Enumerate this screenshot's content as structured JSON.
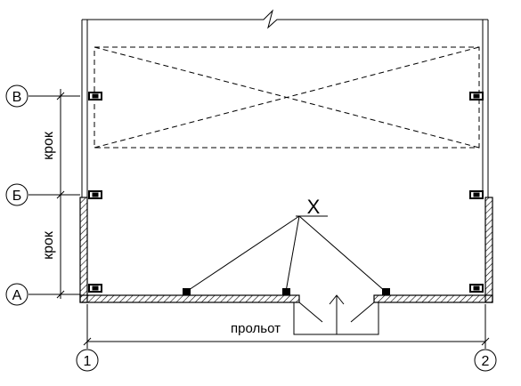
{
  "axes": {
    "rows": [
      {
        "id": "row-v",
        "label": "В"
      },
      {
        "id": "row-b",
        "label": "Б"
      },
      {
        "id": "row-a",
        "label": "А"
      }
    ],
    "cols": [
      {
        "id": "col-1",
        "label": "1"
      },
      {
        "id": "col-2",
        "label": "2"
      }
    ]
  },
  "dimensions": {
    "step_upper": "крок",
    "step_lower": "крок",
    "span": "прольот"
  },
  "callout": {
    "label": "X"
  },
  "colors": {
    "line": "#000000",
    "background": "#ffffff"
  }
}
